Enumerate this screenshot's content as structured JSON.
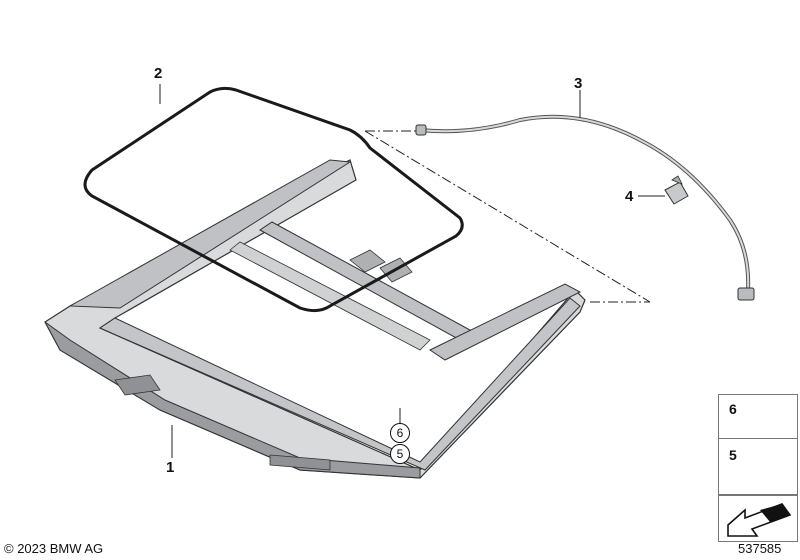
{
  "callouts": {
    "part1": "1",
    "part2": "2",
    "part3": "3",
    "part4": "4",
    "part6_circled": "6",
    "part5_circled": "5"
  },
  "legend": {
    "items": [
      {
        "number": "6",
        "icon": "washer-icon"
      },
      {
        "number": "5",
        "icon": "hex-screw-icon"
      },
      {
        "number": "",
        "icon": "direction-arrow-icon"
      }
    ]
  },
  "footer": {
    "copyright": "© 2023 BMW AG",
    "diagram_number": "537585"
  },
  "colors": {
    "line": "#111111",
    "frame_fill": "#d9dadc",
    "frame_shade": "#9a9ca0",
    "seal": "#1a1a1a"
  }
}
